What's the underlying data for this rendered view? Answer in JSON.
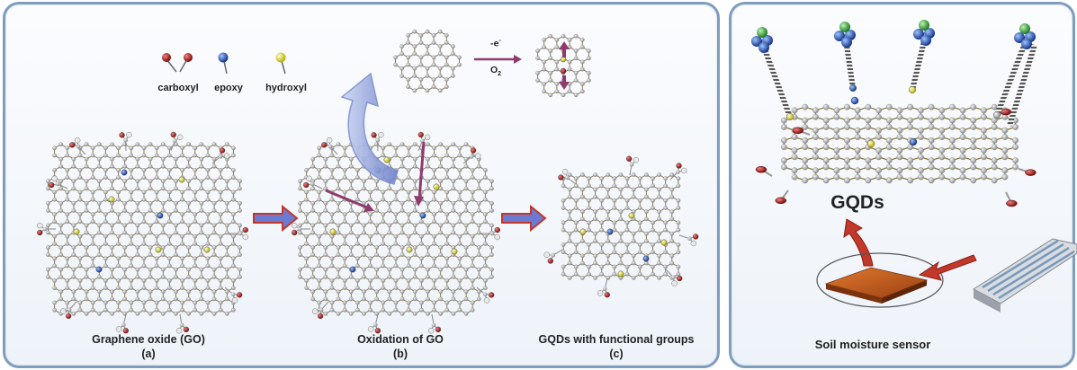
{
  "legend": {
    "carboxyl": "carboxyl",
    "epoxy": "epoxy",
    "hydroxyl": "hydroxyl"
  },
  "reaction": {
    "electron": "-e",
    "electron_sup": "-",
    "oxygen": "O",
    "oxygen_sub": "2"
  },
  "captions": {
    "a_title": "Graphene oxide (GO)",
    "a_letter": "(a)",
    "b_title": "Oxidation of GO",
    "b_letter": "(b)",
    "c_title": "GQDs with functional groups",
    "c_letter": "(c)"
  },
  "right": {
    "gqds_label": "GQDs",
    "sensor_label": "Soil moisture sensor"
  },
  "colors": {
    "panel_border": "#7f9dbd",
    "arrow_red": "#c0392b",
    "arrow_blue": "#7a8fd0",
    "cut_arrow_purple": "#8e3b6e",
    "epoxy_blue": "#2b5ec9",
    "hydroxyl_yellow": "#e3df2b",
    "oxygen_red": "#a61a1a",
    "green_atom": "#3fb54a",
    "node_grey": "#b8b8b8"
  }
}
